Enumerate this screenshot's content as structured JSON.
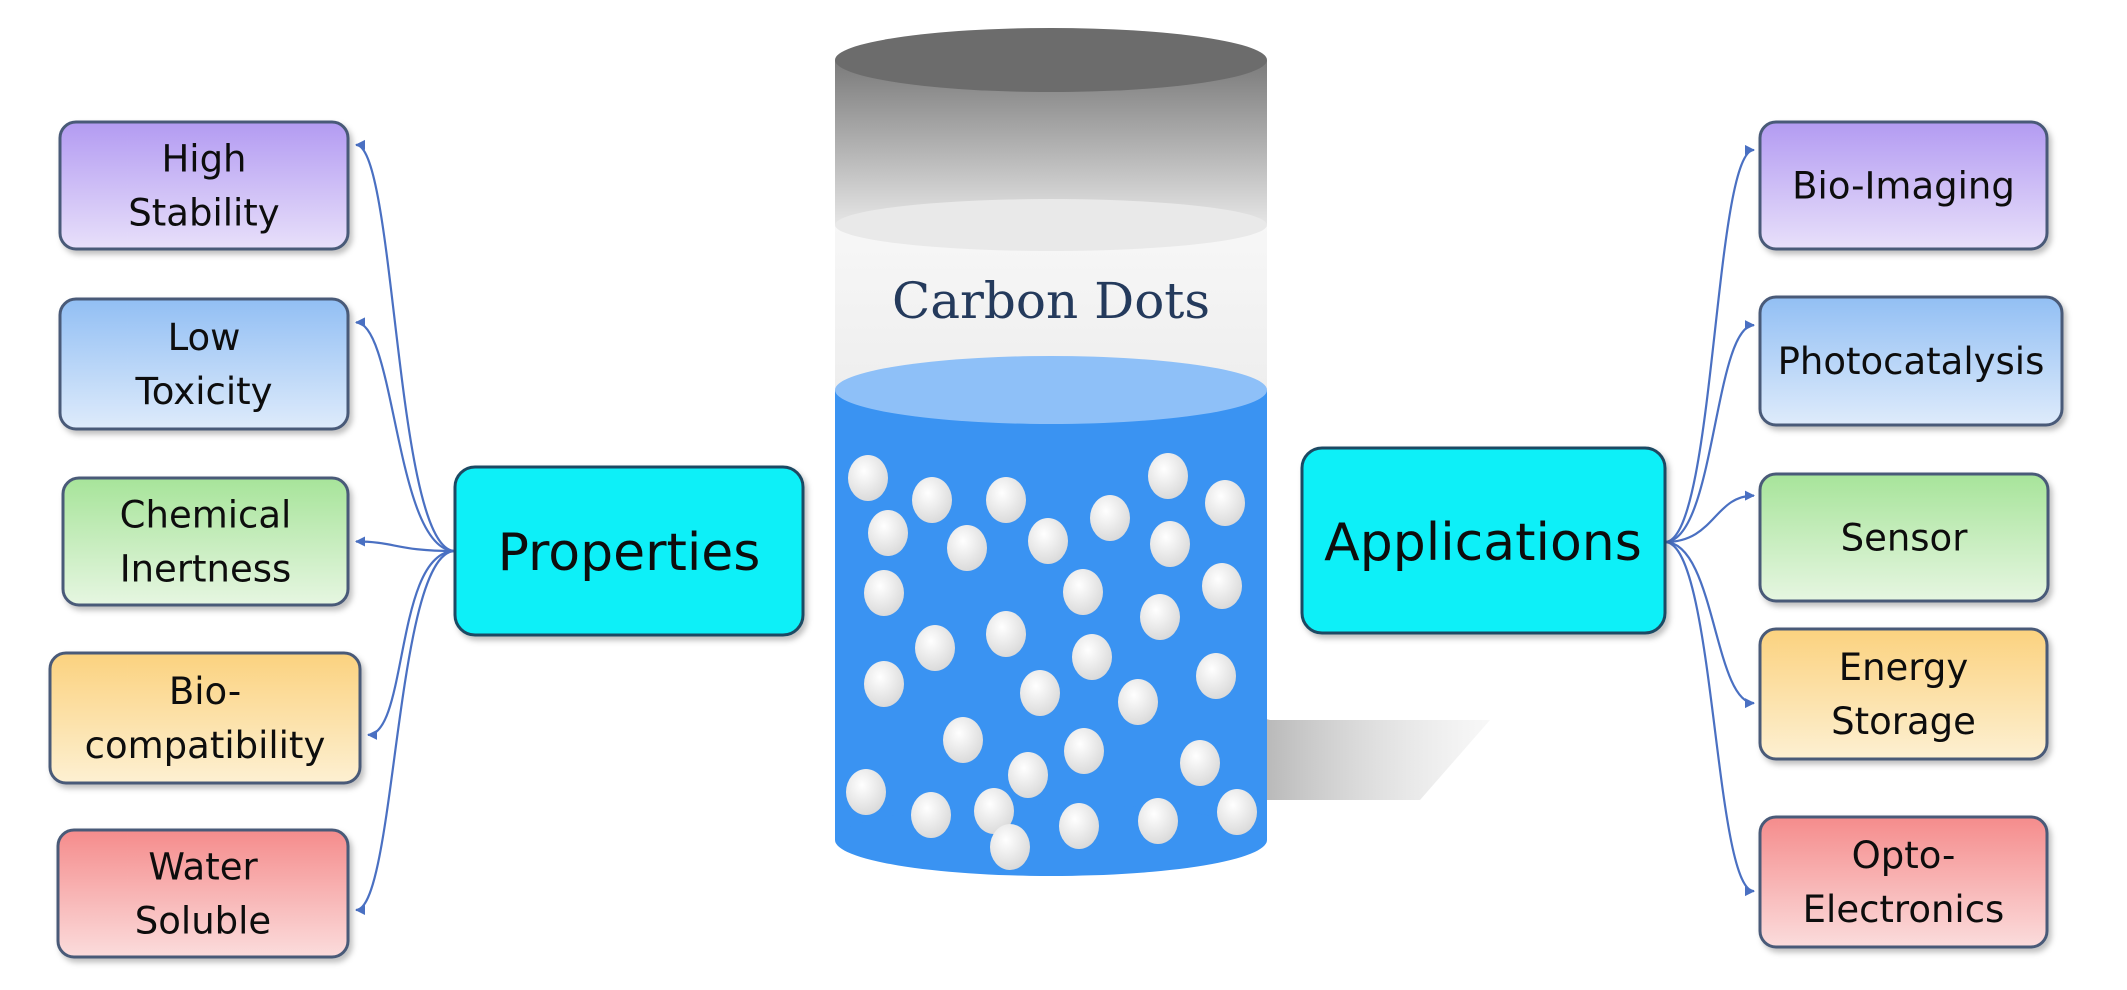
{
  "title": "Carbon Dots",
  "properties": {
    "label": "Properties",
    "items": [
      {
        "lines": [
          "High",
          "Stability"
        ],
        "top": "#b39bf2",
        "bottom": "#e8e0fa"
      },
      {
        "lines": [
          "Low",
          "Toxicity"
        ],
        "top": "#92bff4",
        "bottom": "#deebfb"
      },
      {
        "lines": [
          "Chemical",
          "Inertness"
        ],
        "top": "#a7e49a",
        "bottom": "#e6f6e1"
      },
      {
        "lines": [
          "Bio-",
          "compatibility"
        ],
        "top": "#fbd27f",
        "bottom": "#fdf0d2"
      },
      {
        "lines": [
          "Water",
          "Soluble"
        ],
        "top": "#f58c8c",
        "bottom": "#fbdcdc"
      }
    ]
  },
  "applications": {
    "label": "Applications",
    "items": [
      {
        "lines": [
          "Bio-Imaging"
        ],
        "top": "#b39bf2",
        "bottom": "#e8e0fa"
      },
      {
        "lines": [
          "Photocatalysis"
        ],
        "top": "#92bff4",
        "bottom": "#deebfb"
      },
      {
        "lines": [
          "Sensor"
        ],
        "top": "#a7e49a",
        "bottom": "#e6f6e1"
      },
      {
        "lines": [
          "Energy",
          "Storage"
        ],
        "top": "#fbd27f",
        "bottom": "#fdf0d2"
      },
      {
        "lines": [
          "Opto-",
          "Electronics"
        ],
        "top": "#f58c8c",
        "bottom": "#fbdcdc"
      }
    ]
  },
  "colors": {
    "hub_fill": "#0ff0f8",
    "liquid": "#3a93f2",
    "liquid_top": "#8ec0f8",
    "connector": "#4a70c2",
    "dot": "#e4e4e4"
  }
}
